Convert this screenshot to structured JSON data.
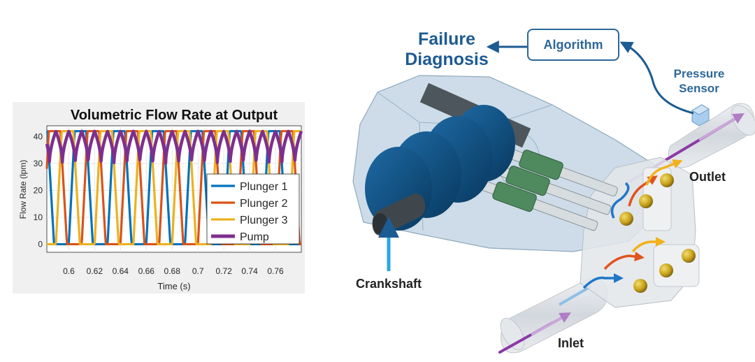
{
  "chart_data": {
    "type": "line",
    "title": "Volumetric Flow Rate at Output",
    "xlabel": "Time (s)",
    "ylabel": "Flow Rate (lpm)",
    "xlim": [
      0.583,
      0.78
    ],
    "ylim": [
      -3,
      44
    ],
    "x_ticks": [
      "0.6",
      "0.62",
      "0.64",
      "0.66",
      "0.68",
      "0.7",
      "0.72",
      "0.74",
      "0.76"
    ],
    "y_ticks": [
      "0",
      "10",
      "20",
      "30",
      "40"
    ],
    "grid": true,
    "legend_position": "right",
    "period": 0.03,
    "series": [
      {
        "name": "Plunger 1",
        "color": "#0072BD",
        "phase": 0.0
      },
      {
        "name": "Plunger 2",
        "color": "#D95319",
        "phase": 0.01
      },
      {
        "name": "Plunger 3",
        "color": "#EDB120",
        "phase": 0.02
      },
      {
        "name": "Pump",
        "color": "#7E2F8E",
        "values_desc": "sum of plungers",
        "range": [
          30,
          42
        ]
      }
    ]
  },
  "diagram": {
    "failure_diagnosis": [
      "Failure",
      "Diagnosis"
    ],
    "algorithm": "Algorithm",
    "pressure_sensor": [
      "Pressure",
      "Sensor"
    ],
    "outlet": "Outlet",
    "crankshaft": "Crankshaft",
    "inlet": "Inlet"
  },
  "colors": {
    "label_blue": "#1d5b93",
    "housing": "#bcd0e0",
    "crank_disc": "#0b4c7f",
    "piston_green": "#4e8a5e",
    "valve_gold": "#c9a41b",
    "crank_arrow": "#29a8e0",
    "flow_purple": "#8b3aa6"
  }
}
